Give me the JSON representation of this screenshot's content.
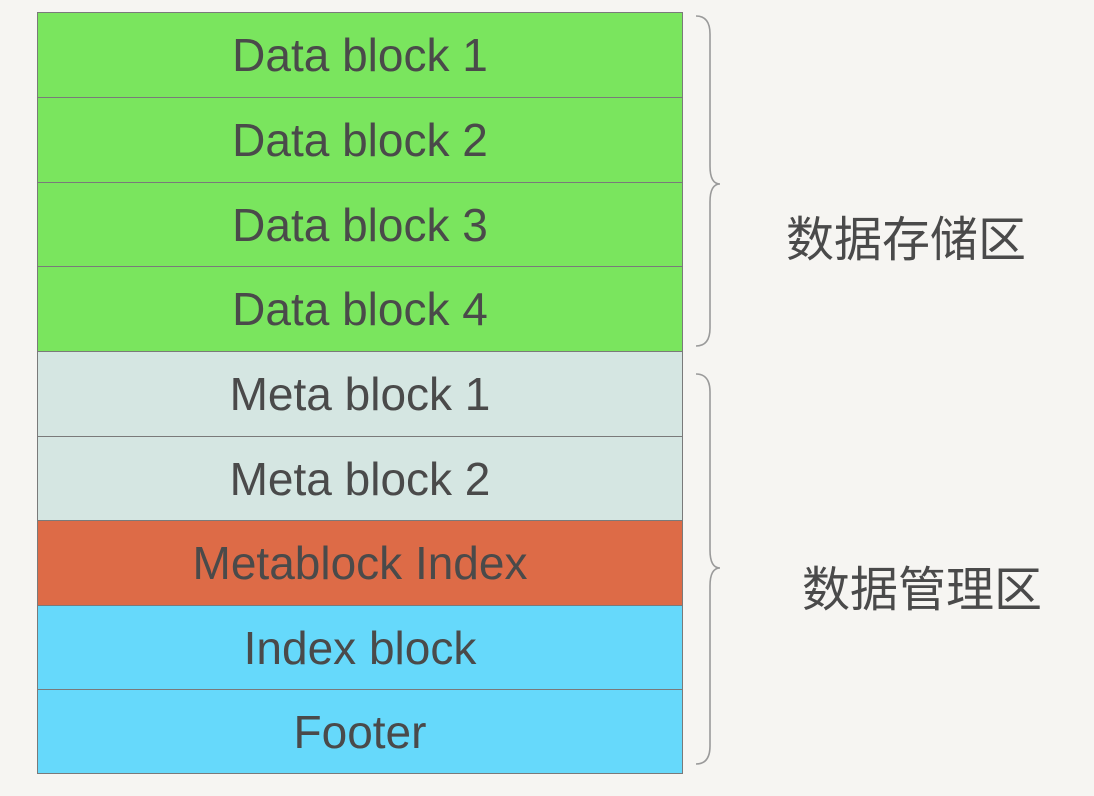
{
  "blocks": [
    {
      "label": "Data block 1",
      "color": "#7ae55e"
    },
    {
      "label": "Data block 2",
      "color": "#7ae55e"
    },
    {
      "label": "Data block 3",
      "color": "#7ae55e"
    },
    {
      "label": "Data block 4",
      "color": "#7ae55e"
    },
    {
      "label": "Meta block 1",
      "color": "#d5e6e2"
    },
    {
      "label": "Meta block 2",
      "color": "#d5e6e2"
    },
    {
      "label": "Metablock Index",
      "color": "#dd6b47"
    },
    {
      "label": "Index block",
      "color": "#66d9fb"
    },
    {
      "label": "Footer",
      "color": "#66d9fb"
    }
  ],
  "regions": {
    "storage": {
      "label": "数据存储区"
    },
    "management": {
      "label": "数据管理区"
    }
  },
  "colors": {
    "background": "#f6f5f2",
    "border": "#7a7a7a",
    "text": "#4a4a4a"
  }
}
